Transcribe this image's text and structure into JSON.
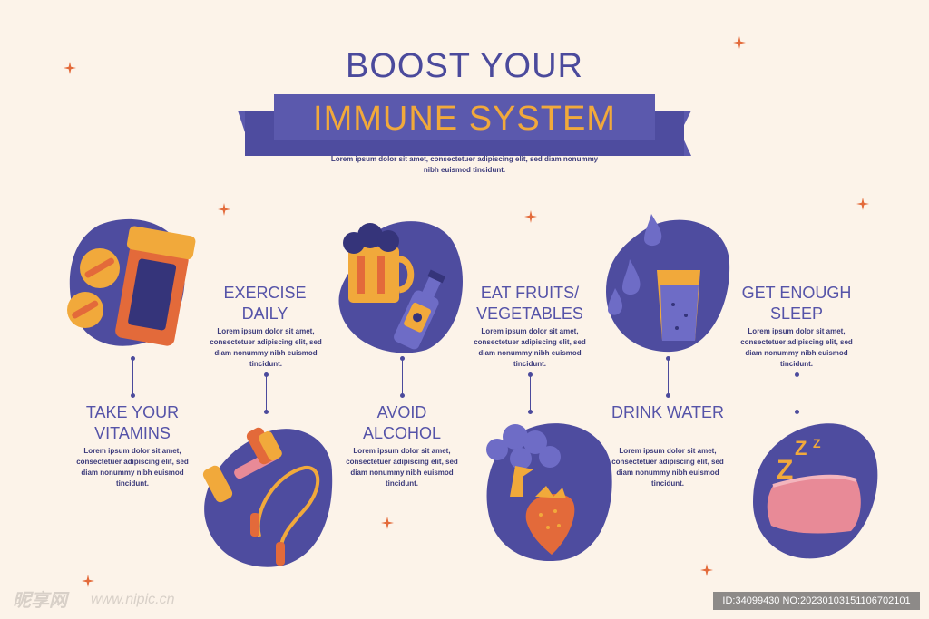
{
  "header": {
    "title_line1": "BOOST YOUR",
    "title_line2": "IMMUNE SYSTEM",
    "subtitle": "Lorem ipsum dolor sit amet, consectetuer adipiscing elit, sed diam nonummy nibh euismod tincidunt."
  },
  "steps": [
    {
      "title": "TAKE YOUR VITAMINS",
      "body": "Lorem ipsum dolor sit amet, consectetuer adipiscing elit, sed diam nonummy nibh euismod tincidunt.",
      "icon": "vitamins-icon"
    },
    {
      "title": "EXERCISE DAILY",
      "body": "Lorem ipsum dolor sit amet, consectetuer adipiscing elit, sed diam nonummy nibh euismod tincidunt.",
      "icon": "dumbbell-icon"
    },
    {
      "title": "AVOID ALCOHOL",
      "body": "Lorem ipsum dolor sit amet, consectetuer adipiscing elit, sed diam nonummy nibh euismod tincidunt.",
      "icon": "alcohol-icon"
    },
    {
      "title": "EAT FRUITS/ VEGETABLES",
      "body": "Lorem ipsum dolor sit amet, consectetuer adipiscing elit, sed diam nonummy nibh euismod tincidunt.",
      "icon": "vegetables-icon"
    },
    {
      "title": "DRINK WATER",
      "body": "Lorem ipsum dolor sit amet, consectetuer adipiscing elit, sed diam nonummy nibh euismod tincidunt.",
      "icon": "water-icon"
    },
    {
      "title": "GET ENOUGH SLEEP",
      "body": "Lorem ipsum dolor sit amet, consectetuer adipiscing elit, sed diam nonummy nibh euismod tincidunt.",
      "icon": "sleep-icon"
    }
  ],
  "watermark": {
    "brand": "昵享网",
    "url": "www.nipic.cn",
    "id_text": "ID:34099430 NO:20230103151106702101"
  },
  "colors": {
    "background": "#fcf3e9",
    "purple": "#4b4a9c",
    "blob": "#4e4c9f",
    "orange": "#f1a93b",
    "accent": "#e36a3a"
  }
}
